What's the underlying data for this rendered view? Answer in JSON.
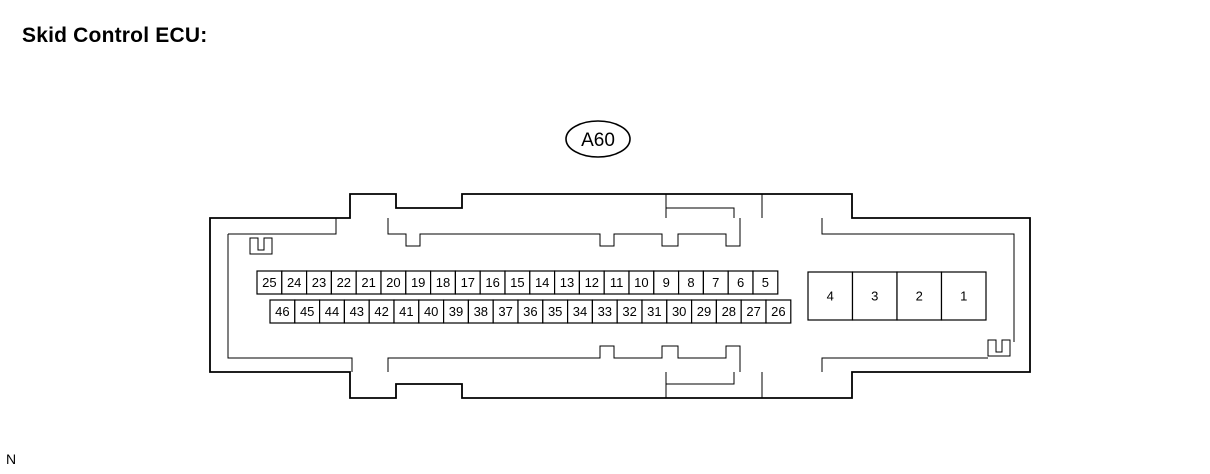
{
  "title": "Skid Control ECU:",
  "connector_id": "A60",
  "footer_code": "N",
  "pins": {
    "upper_row": [
      "25",
      "24",
      "23",
      "22",
      "21",
      "20",
      "19",
      "18",
      "17",
      "16",
      "15",
      "14",
      "13",
      "12",
      "11",
      "10",
      "9",
      "8",
      "7",
      "6",
      "5"
    ],
    "lower_row": [
      "46",
      "45",
      "44",
      "43",
      "42",
      "41",
      "40",
      "39",
      "38",
      "37",
      "36",
      "35",
      "34",
      "33",
      "32",
      "31",
      "30",
      "29",
      "28",
      "27",
      "26"
    ],
    "large": [
      "4",
      "3",
      "2",
      "1"
    ]
  }
}
